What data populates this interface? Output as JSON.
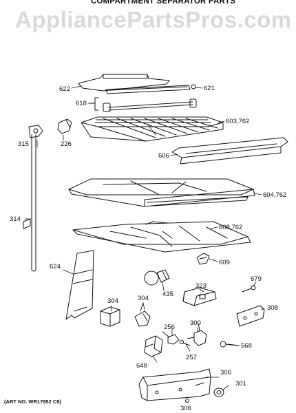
{
  "header": {
    "title": "COMPARTMENT SEPARATOR PARTS"
  },
  "watermark": {
    "text": "AppliancePartsPros.com"
  },
  "footer": {
    "art_number": "(ART NO. WR17952 C9)"
  },
  "parts": {
    "p622": "622",
    "p621": "621",
    "p618": "618",
    "p315": "315",
    "p226": "226",
    "p603": "603,762",
    "p606": "606",
    "p604": "604,762",
    "p314": "314",
    "p608": "608,762",
    "p609": "609",
    "p624": "624",
    "p435": "435",
    "p323": "323",
    "p679": "679",
    "p304a": "304",
    "p304b": "304",
    "p308": "308",
    "p256": "256",
    "p300": "300",
    "p568": "568",
    "p648": "648",
    "p257": "257",
    "p306a": "306",
    "p301": "301",
    "p306b": "306"
  }
}
